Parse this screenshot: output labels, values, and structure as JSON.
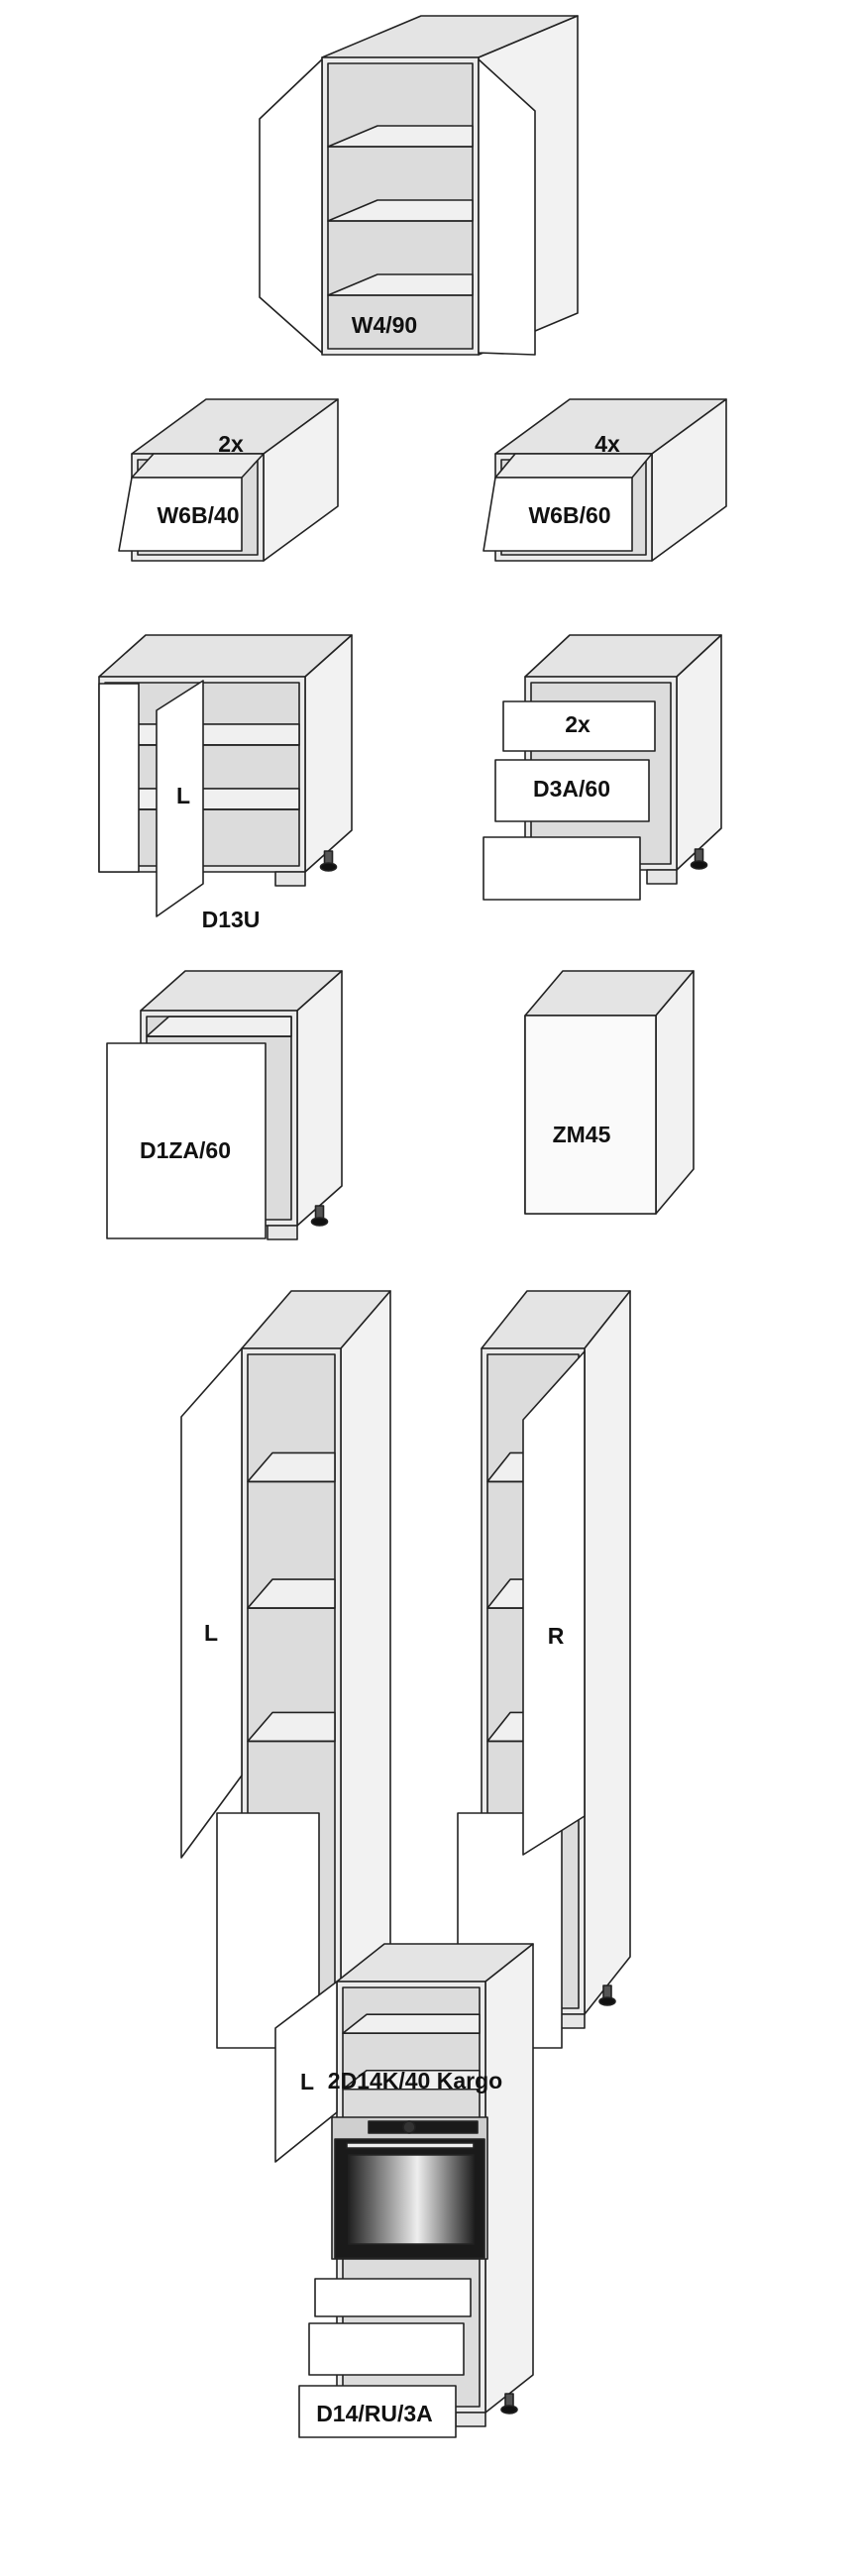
{
  "cabinets": [
    {
      "id": "w4-90",
      "label": "W4/90"
    },
    {
      "id": "w6b-40",
      "label": "W6B/40",
      "qty": "2x"
    },
    {
      "id": "w6b-60",
      "label": "W6B/60",
      "qty": "4x"
    },
    {
      "id": "d13u",
      "label": "D13U",
      "door": "L"
    },
    {
      "id": "d3a-60",
      "label": "D3A/60",
      "qty": "2x"
    },
    {
      "id": "d1za-60",
      "label": "D1ZA/60"
    },
    {
      "id": "zm45",
      "label": "ZM45"
    },
    {
      "id": "2d14k-40-kargo",
      "label": "2D14K/40 Kargo",
      "door_left": "L",
      "door_right": "R"
    },
    {
      "id": "d14-ru-3a",
      "label": "D14/RU/3A",
      "door": "L"
    }
  ],
  "colors": {
    "front": "#ececec",
    "top": "#e4e4e4",
    "side": "#f2f2f2",
    "door": "#ffffff",
    "inner": "#dcdcdc",
    "line": "#222222",
    "oven": "#1a1a1a"
  }
}
